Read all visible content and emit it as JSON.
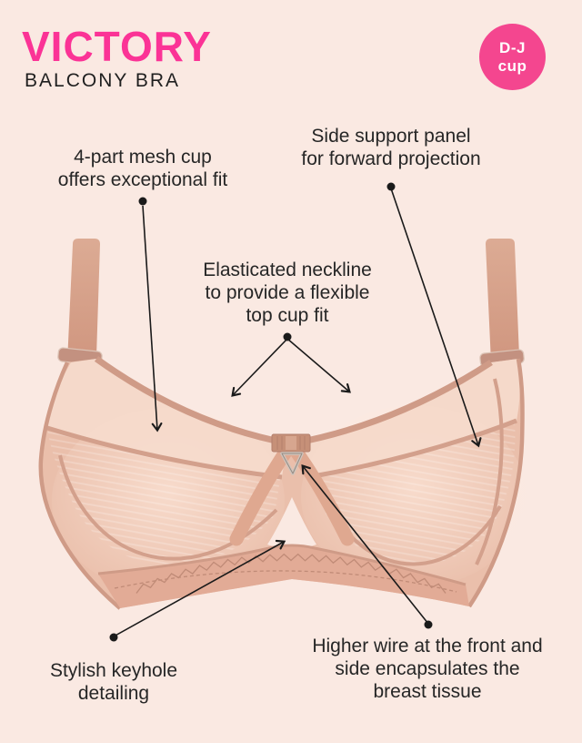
{
  "header": {
    "brand_title": "VICTORY",
    "product_subtitle": "BALCONY BRA",
    "badge": {
      "line1": "D-J",
      "line2": "cup"
    }
  },
  "annotations": [
    {
      "id": "mesh-cup",
      "lines": [
        "4-part mesh cup",
        "offers exceptional fit"
      ]
    },
    {
      "id": "side-support",
      "lines": [
        "Side support panel",
        "for forward projection"
      ]
    },
    {
      "id": "elasticated-neckline",
      "lines": [
        "Elasticated neckline",
        "to provide a flexible",
        "top cup fit"
      ]
    },
    {
      "id": "keyhole",
      "lines": [
        "Stylish keyhole",
        "detailing"
      ]
    },
    {
      "id": "higher-wire",
      "lines": [
        "Higher wire at the front and",
        "side encapsulates the",
        "breast tissue"
      ]
    }
  ],
  "colors": {
    "background": "#fae9e2",
    "brand_pink": "#fb3396",
    "badge_pink": "#f4468f",
    "badge_text": "#ffffff",
    "annotation_text": "#262626",
    "bra_main": "#eabfab",
    "bra_mesh": "#f6dccd",
    "bra_trim": "#cf9b87",
    "bra_seam": "#d3a08c",
    "bra_band": "#e2ab96",
    "bra_strap": "#d69c86",
    "leader_line": "#1a1a1a"
  }
}
